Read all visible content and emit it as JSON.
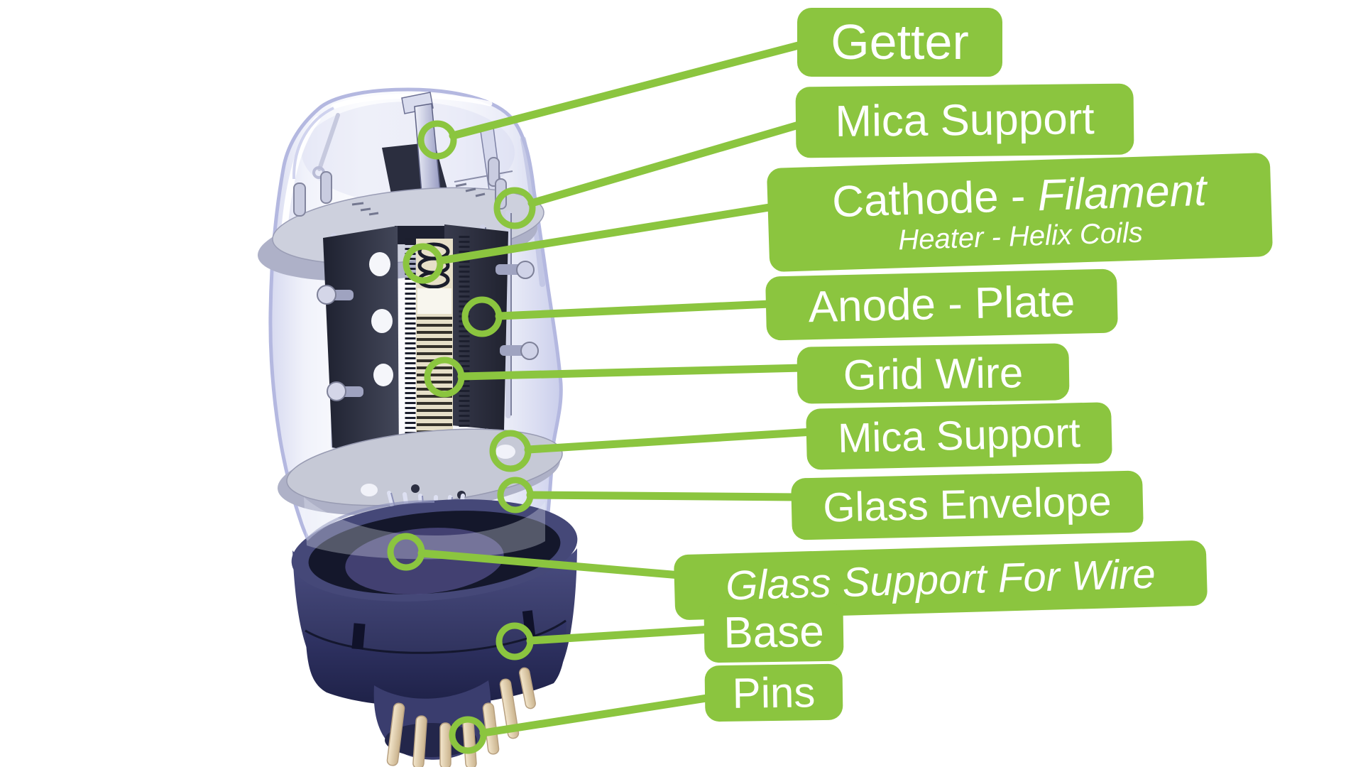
{
  "colors": {
    "annotation_green": "#8bc53f",
    "label_text": "#ffffff",
    "glass_edge": "#b4b8e0",
    "base_navy": "#3a3d6b",
    "pin_cream": "#ead9bd"
  },
  "labels": [
    {
      "id": "getter",
      "text": "Getter"
    },
    {
      "id": "mica-support-top",
      "text": "Mica Support"
    },
    {
      "id": "cathode-filament",
      "text": "Cathode - ",
      "text_italic": "Filament",
      "subtext": "Heater - Helix Coils"
    },
    {
      "id": "anode-plate",
      "text": "Anode - Plate"
    },
    {
      "id": "grid-wire",
      "text": "Grid Wire"
    },
    {
      "id": "mica-support-bottom",
      "text": "Mica Support"
    },
    {
      "id": "glass-envelope",
      "text": "Glass Envelope"
    },
    {
      "id": "glass-support-for-wire",
      "text": "Glass Support For Wire"
    },
    {
      "id": "base",
      "text": "Base"
    },
    {
      "id": "pins",
      "text": "Pins"
    }
  ]
}
